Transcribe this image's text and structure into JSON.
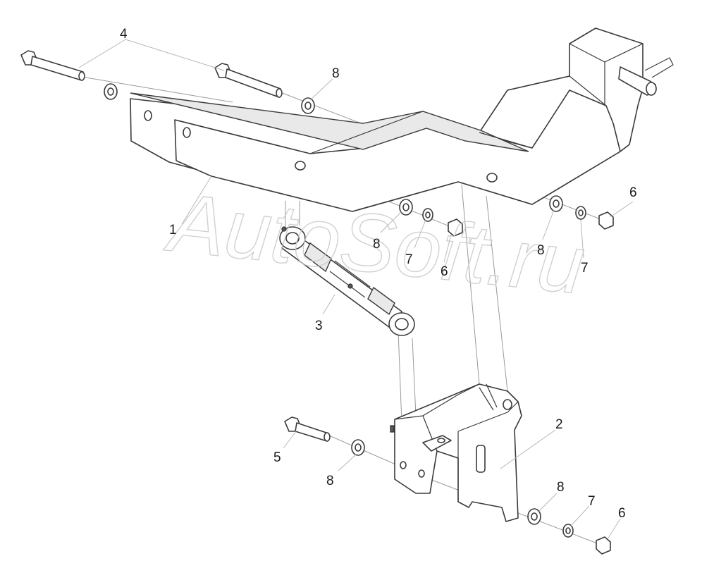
{
  "watermark": "AutoSoft.ru",
  "callouts": {
    "c1": "1",
    "c2": "2",
    "c3": "3",
    "c4": "4",
    "c5": "5",
    "c6a": "6",
    "c6b": "6",
    "c6c": "6",
    "c7a": "7",
    "c7b": "7",
    "c7c": "7",
    "c8a": "8",
    "c8b": "8",
    "c8c": "8",
    "c8d": "8",
    "c8e": "8"
  },
  "colors": {
    "line": "#3a3a3a",
    "leader": "#b8b8b8",
    "watermark": "#c9c9c9"
  }
}
